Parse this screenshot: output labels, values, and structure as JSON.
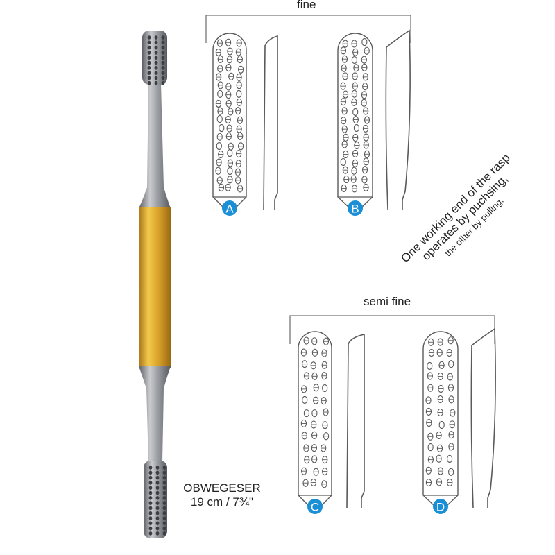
{
  "groups": [
    {
      "label": "fine",
      "variants": [
        "A",
        "B"
      ]
    },
    {
      "label": "semi fine",
      "variants": [
        "C",
        "D"
      ]
    }
  ],
  "note": {
    "line1": "One working end of the rasp",
    "line2": "operates by puchsing,",
    "line3": "the other by pulling."
  },
  "product": {
    "name": "OBWEGESER",
    "size": "19 cm / 7¾\""
  },
  "colors": {
    "badge": "#1a8fd6",
    "handle": "#d9a52a",
    "steel": "#8f9297",
    "outline": "#5a5a5a"
  }
}
